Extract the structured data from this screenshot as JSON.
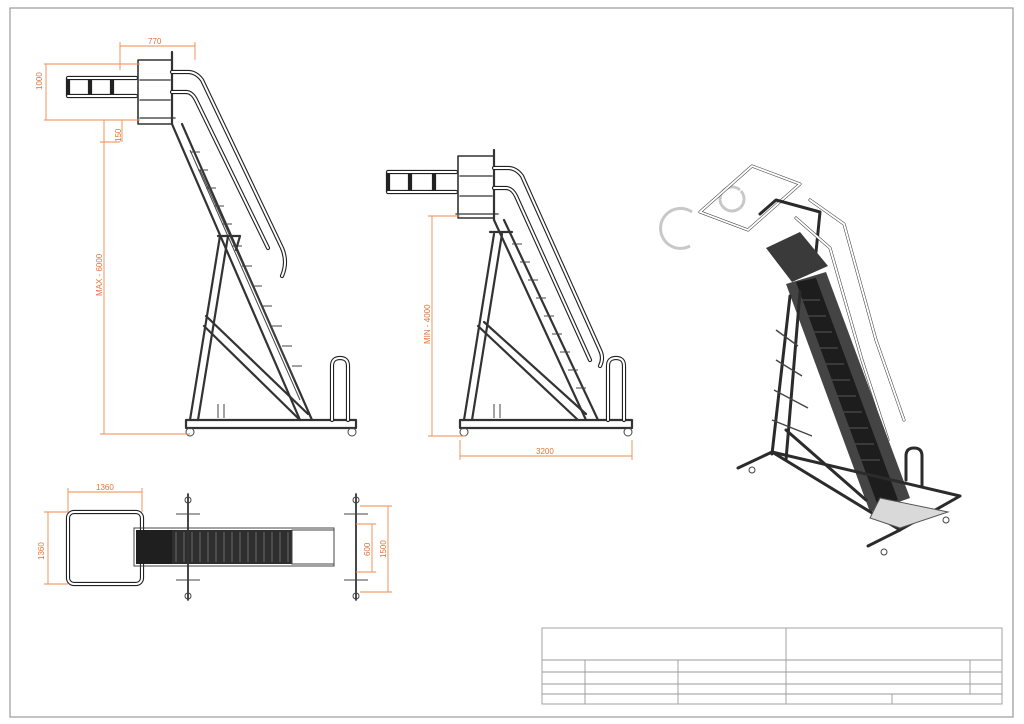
{
  "dimensions": {
    "side_top_width": "770",
    "side_handrail_height": "1000",
    "side_step_offset": "150",
    "side_max_height": "MAX - 6000",
    "mid_min_height": "MIN - 4000",
    "mid_base_length": "3200",
    "plan_platform_width": "1360",
    "plan_platform_depth": "1360",
    "plan_stair_width": "600",
    "plan_base_width": "1500"
  },
  "colors": {
    "dimension": "#f08a4b",
    "structure": "#333333",
    "frame": "#9a9a9a"
  }
}
